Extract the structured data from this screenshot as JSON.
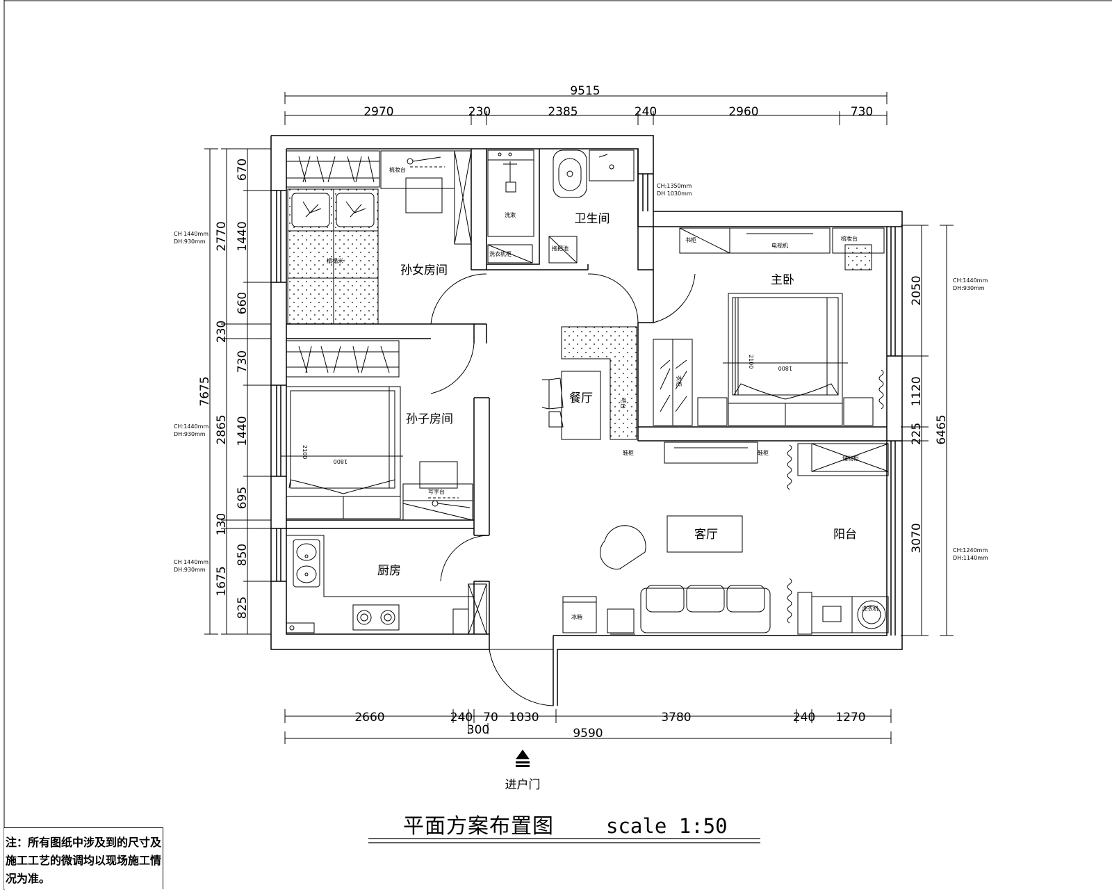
{
  "title": "平面方案布置图",
  "scale_text": "scale 1:50",
  "note": "注：所有图纸中涉及到的尺寸及施工工艺的微调均以现场施工情况为准。",
  "entrance_label": "进户门",
  "rooms": {
    "granddaughter": "孙女房间",
    "grandson": "孙子房间",
    "bathroom": "卫生间",
    "dining": "餐厅",
    "living": "客厅",
    "kitchen": "厨房",
    "master": "主卧",
    "balcony": "阳台"
  },
  "dims_top": {
    "total": "9515",
    "segments": [
      "2970",
      "230",
      "2385",
      "240",
      "2960",
      "730"
    ]
  },
  "dims_bottom": {
    "total": "9590",
    "segments": [
      "2660",
      "240",
      "70",
      "1030",
      "3780",
      "240",
      "1270"
    ],
    "extra": "300"
  },
  "dims_left": {
    "total": "7675",
    "mid": [
      "2770",
      "230",
      "2865",
      "130",
      "1675"
    ],
    "inner": [
      "670",
      "1440",
      "660",
      "730",
      "1440",
      "695",
      "850",
      "825"
    ]
  },
  "dims_right": {
    "total": "6465",
    "segments": [
      "2050",
      "1120",
      "225",
      "3070"
    ]
  },
  "window_notes": [
    {
      "ch": "CH 1440mm",
      "dh": "DH:930mm"
    },
    {
      "ch": "CH:1440mm",
      "dh": "DH:930mm"
    },
    {
      "ch": "CH 1440mm",
      "dh": "DH:930mm"
    },
    {
      "ch": "CH:1350mm",
      "dh": "DH 1030mm"
    },
    {
      "ch": "CH:1440mm",
      "dh": "DH:930mm"
    },
    {
      "ch": "CH:1240mm",
      "dh": "DH:1140mm"
    }
  ],
  "bed_dims": {
    "length": "2100",
    "width": "1800"
  },
  "furniture": {
    "dresser": "梳妆台",
    "tatami": "榻榻米",
    "washbasin": "洗漱",
    "laundry_cab": "洗衣机柜",
    "mop_pool": "拖把池",
    "bookshelf": "书柜",
    "tv": "电视机",
    "makeup": "梳妆台",
    "desk": "写字台",
    "fridge": "冰箱",
    "shoe_cab_1": "鞋柜",
    "shoe_cab_2": "鞋柜",
    "storage": "储物柜",
    "washer": "洗衣机",
    "cabinet": "衣柜",
    "bar": "吧台"
  }
}
